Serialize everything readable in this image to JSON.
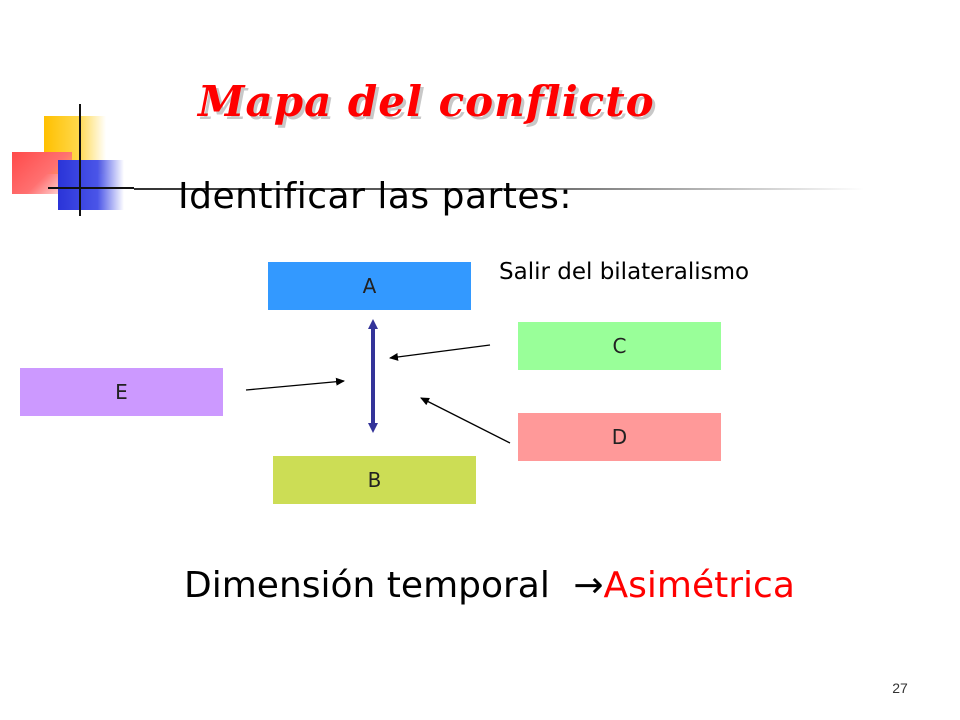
{
  "slide": {
    "title": "Mapa del conflicto",
    "subtitle": "Identificar las partes:",
    "note": "Salir del bilateralismo",
    "dimension_label": "Dimensión temporal ",
    "dimension_arrow": "→",
    "dimension_value": "Asimétrica",
    "page_number": "27"
  },
  "boxes": {
    "a": "A",
    "b": "B",
    "c": "C",
    "d": "D",
    "e": "E"
  },
  "colors": {
    "title": "#ff0000",
    "box_a": "#3399ff",
    "box_b": "#ccdd55",
    "box_c": "#99ff99",
    "box_d": "#ff9999",
    "box_e": "#cc99ff",
    "ab_arrow": "#333399"
  }
}
